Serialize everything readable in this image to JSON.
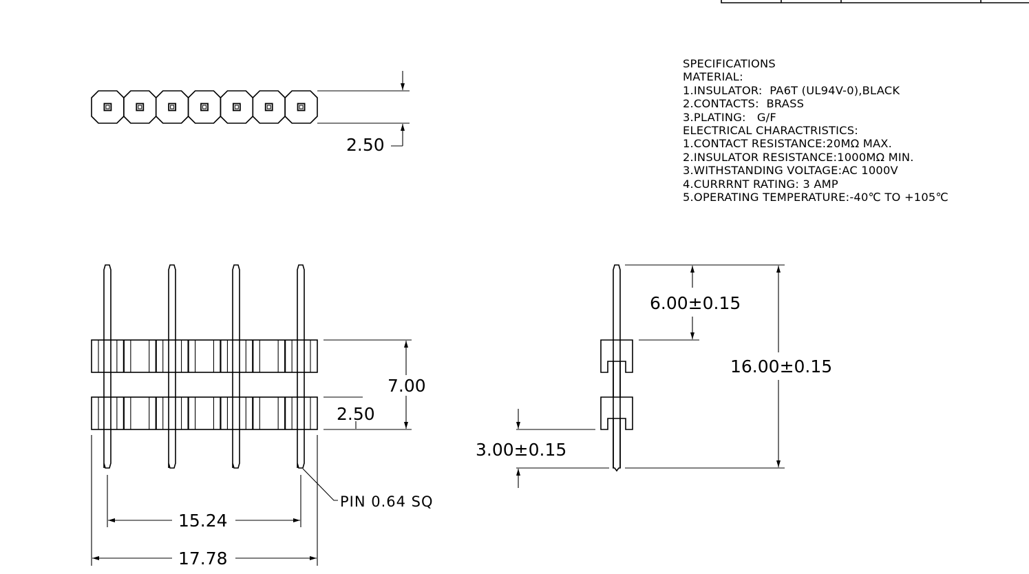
{
  "specifications": {
    "lines": [
      "SPECIFICATIONS",
      "MATERIAL:",
      "1.INSULATOR:  PA6T (UL94V-0),BLACK",
      "2.CONTACTS:  BRASS",
      "3.PLATING:   G/F",
      "ELECTRICAL CHARACTRISTICS:",
      "1.CONTACT RESISTANCE:20MΩ MAX.",
      "2.INSULATOR RESISTANCE:1000MΩ MIN.",
      "3.WITHSTANDING VOLTAGE:AC 1000V",
      "4.CURRRNT RATING: 3 AMP",
      "5.OPERATING TEMPERATURE:-40℃ TO +105℃"
    ]
  },
  "top_view": {
    "pin_count": 7,
    "dim_pitch_row": "2.50"
  },
  "front_view": {
    "dim_height": "7.00",
    "dim_row_pitch": "2.50",
    "dim_pin_span": "15.24",
    "dim_overall_length": "17.78",
    "pin_note": "PIN 0.64 SQ"
  },
  "side_view": {
    "dim_top_pin": "6.00±0.15",
    "dim_total": "16.00±0.15",
    "dim_bottom_pin": "3.00±0.15"
  }
}
